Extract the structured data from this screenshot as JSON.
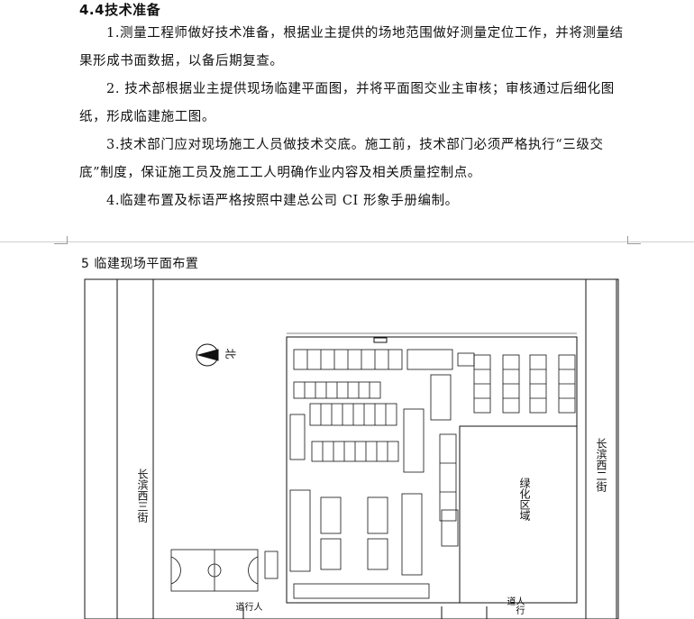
{
  "heading": "4.4技术准备",
  "paragraphs": [
    "1.测量工程师做好技术准备，根据业主提供的场地范围做好测量定位工作，并将测量结果形成书面数据，以备后期复查。",
    "2. 技术部根据业主提供现场临建平面图，并将平面图交业主审核；审核通过后细化图纸，形成临建施工图。",
    "3.技术部门应对现场施工人员做技术交底。施工前，技术部门必须严格执行“三级交底”制度，保证施工员及施工工人明确作业内容及相关质量控制点。",
    "4.临建布置及标语严格按照中建总公司 CI 形象手册编制。"
  ],
  "section_title": "5 临建现场平面布置",
  "plan": {
    "north_label": "北",
    "street_left": "长滨西三街",
    "street_right": "长滨西二街",
    "green_area": "绿化区域",
    "sidewalk_label": "人行道",
    "colors": {
      "line": "#111111",
      "grid": "#333333"
    }
  }
}
